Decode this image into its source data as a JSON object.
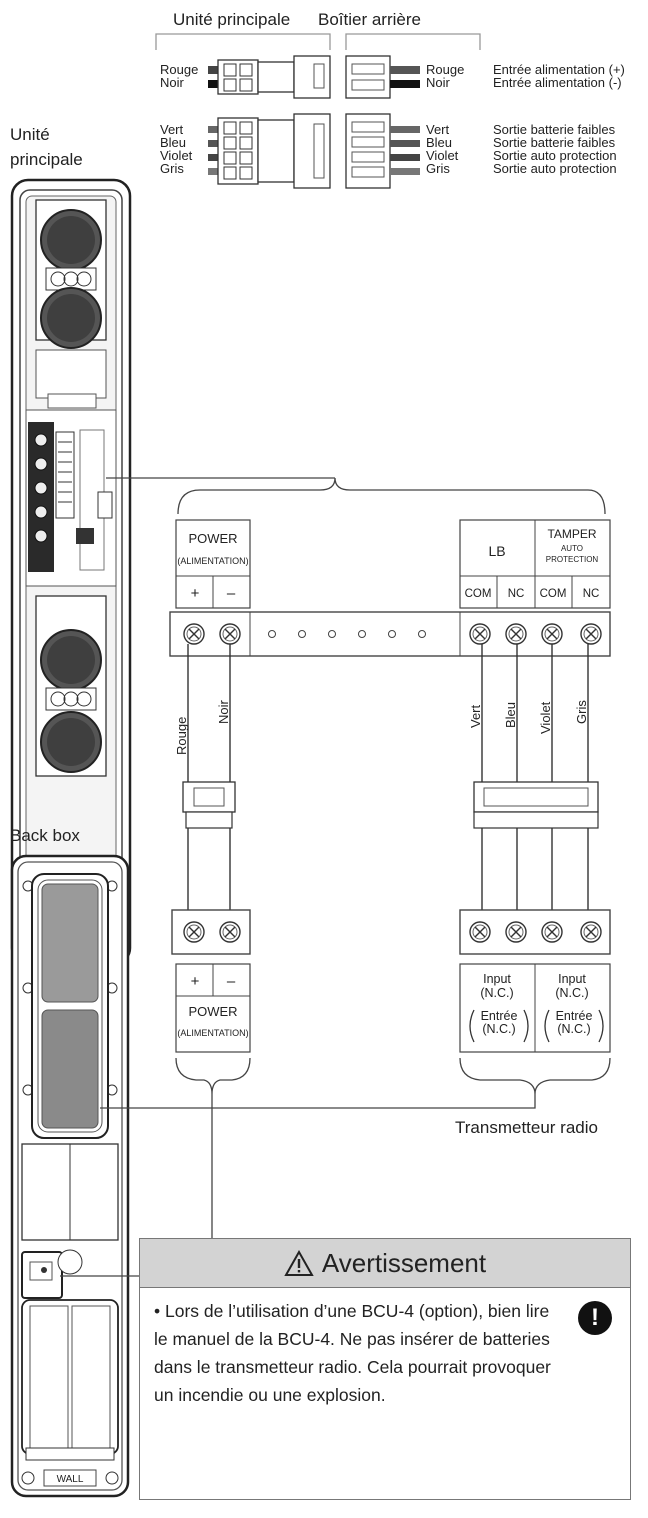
{
  "top_connectors": {
    "header_main": "Unité principale",
    "header_back": "Boîtier arrière",
    "power_left": [
      "Rouge",
      "Noir"
    ],
    "power_right": [
      "Rouge",
      "Noir"
    ],
    "power_desc": [
      "Entrée alimentation (+)",
      "Entrée alimentation (-)"
    ],
    "signal_left": [
      "Vert",
      "Bleu",
      "Violet",
      "Gris"
    ],
    "signal_right": [
      "Vert",
      "Bleu",
      "Violet",
      "Gris"
    ],
    "signal_desc": [
      "Sortie batterie faibles",
      "Sortie batterie faibles",
      "Sortie auto protection",
      "Sortie auto protection"
    ]
  },
  "main_unit_label": [
    "Unité",
    "principale"
  ],
  "back_box_label": "Back box",
  "wall_label": "WALL",
  "terminal_top": {
    "power": "POWER",
    "power_sub": "(ALIMENTATION)",
    "plus": "+",
    "minus": "–",
    "lb": "LB",
    "tamper": "TAMPER",
    "tamper_sub1": "AUTO",
    "tamper_sub2": "PROTECTION",
    "com1": "COM",
    "nc1": "NC",
    "com2": "COM",
    "nc2": "NC"
  },
  "wires": {
    "left": [
      "Rouge",
      "Noir"
    ],
    "right": [
      "Vert",
      "Bleu",
      "Violet",
      "Gris"
    ]
  },
  "terminal_bottom": {
    "plus": "+",
    "minus": "–",
    "power": "POWER",
    "power_sub": "(ALIMENTATION)",
    "input1": [
      "Input",
      "(N.C.)",
      "Entrée",
      "(N.C.)"
    ],
    "input2": [
      "Input",
      "(N.C.)",
      "Entrée",
      "(N.C.)"
    ]
  },
  "transmitter_label": "Transmetteur radio",
  "warning": {
    "title": "Avertissement",
    "text": "• Lors de l’utilisation d’une BCU-4 (option), bien lire le manuel de la BCU-4. Ne pas insérer de batteries dans le transmetteur radio. Cela pourrait provoquer un incendie ou une explosion.",
    "mark": "!"
  },
  "colors": {
    "ink": "#222222",
    "panel": "#d3d3d3",
    "frame": "#777777"
  }
}
